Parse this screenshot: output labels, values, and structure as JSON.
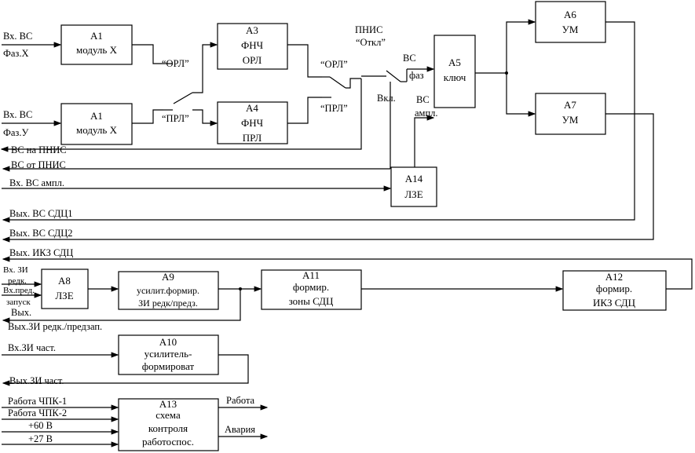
{
  "blocks": {
    "a1x": {
      "lines": [
        "А1",
        "модуль Х"
      ]
    },
    "a1y": {
      "lines": [
        "А1",
        "модуль Х"
      ]
    },
    "a3": {
      "lines": [
        "А3",
        "ФНЧ",
        "ОРЛ"
      ]
    },
    "a4": {
      "lines": [
        "А4",
        "ФНЧ",
        "ПРЛ"
      ]
    },
    "a5": {
      "lines": [
        "А5",
        "ключ"
      ]
    },
    "a6": {
      "lines": [
        "А6",
        "УМ"
      ]
    },
    "a7": {
      "lines": [
        "А7",
        "УМ"
      ]
    },
    "a14": {
      "lines": [
        "А14",
        "ЛЗЕ"
      ]
    },
    "a8": {
      "lines": [
        "А8",
        "ЛЗЕ"
      ]
    },
    "a9": {
      "lines": [
        "А9",
        "усилит.формир.",
        "ЗИ редк/предз."
      ]
    },
    "a11": {
      "lines": [
        "А11",
        "формир.",
        "зоны СДЦ"
      ]
    },
    "a12": {
      "lines": [
        "А12",
        "формир.",
        "ИКЗ СДЦ"
      ]
    },
    "a10": {
      "lines": [
        "А10",
        "усилитель-",
        "формироват"
      ]
    },
    "a13": {
      "lines": [
        "А13",
        "схема",
        "контроля",
        "работоспос."
      ]
    }
  },
  "labels": {
    "vx_vs_1": "Вх. ВС",
    "faz_x": "Фаз.Х",
    "vx_vs_2": "Вх. ВС",
    "faz_y": "Фаз.У",
    "orl_1": "“ОРЛ”",
    "prl_1": "“ПРЛ”",
    "orl_2": "“ОРЛ”",
    "prl_2": "“ПРЛ”",
    "pnis": "ПНИС",
    "otkl": "“Откл”",
    "vkl": "Вкл.",
    "vs_a5": "ВС",
    "faz_a5": "фаз",
    "vs_ampl_1": "ВС",
    "vs_ampl_2": "ампл.",
    "vs_na_pnis": "ВС на ПНИС",
    "vs_ot_pnis": "ВС от ПНИС",
    "vx_vs_ampl": "Вх. ВС ампл.",
    "vyx_vs_sdc1": "Вых. ВС СДЦ1",
    "vyx_vs_sdc2": "Вых. ВС СДЦ2",
    "vyx_ikz_sdc": "Вых. ИКЗ СДЦ",
    "vx_zi_red": "Вх. ЗИ",
    "vx_zi_red2": "редк.",
    "vx_pred": "Вх.пред.",
    "vx_pred2": "запуск",
    "vyx_1": "Вых.",
    "vyx_zi_red_pred": "Вых.ЗИ редк./предзап.",
    "vx_zi_chast": "Вх.ЗИ част.",
    "vyx_zi_chast": "Вых.ЗИ част.",
    "rabota_chpk1": "Работа ЧПК-1",
    "rabota_chpk2": "Работа ЧПК-2",
    "plus60": "+60 В",
    "plus27": "+27 В",
    "rabota": "Работа",
    "avaria": "Авария"
  }
}
